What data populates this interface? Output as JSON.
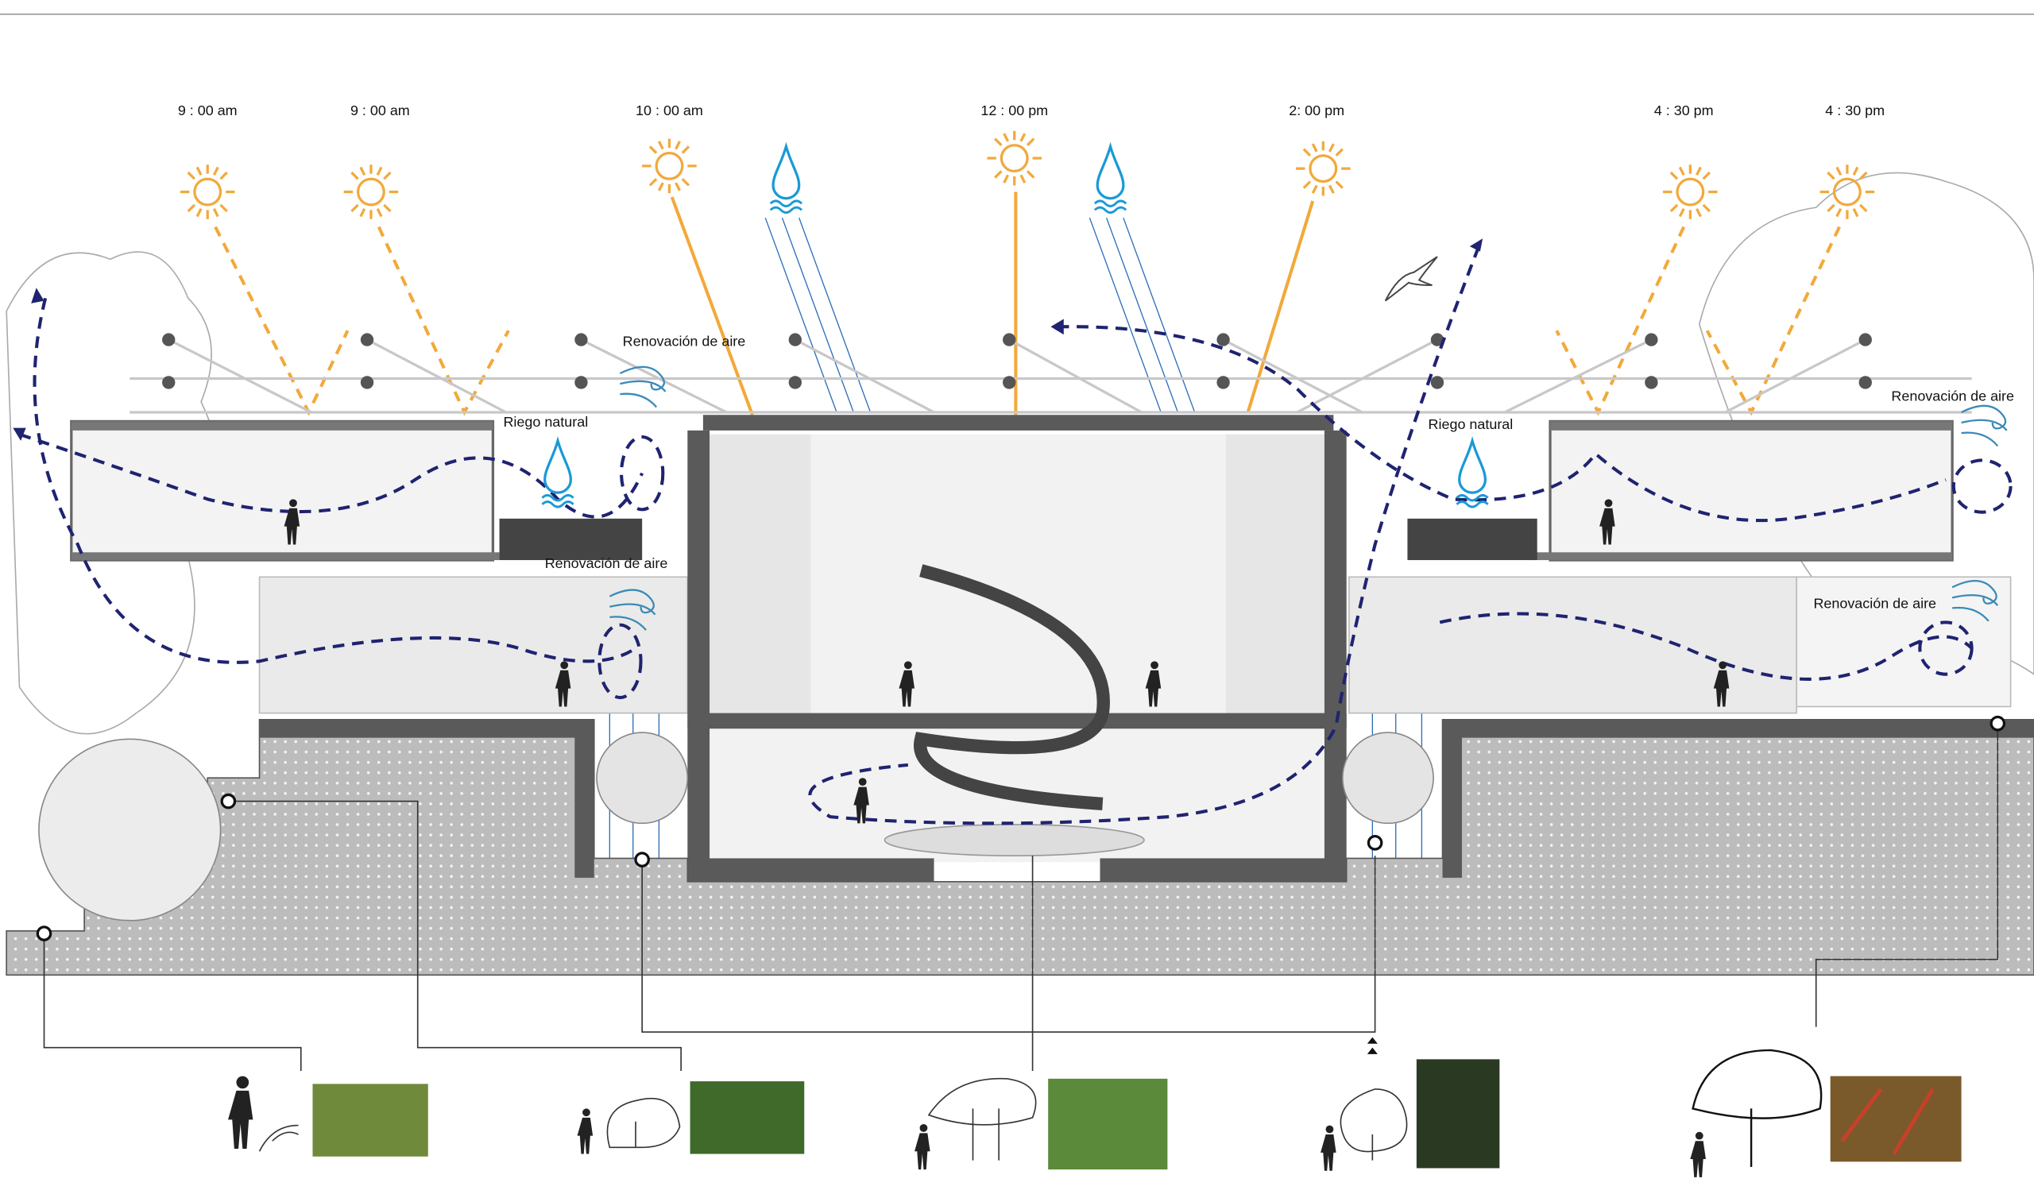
{
  "title": "Sección bioclimática",
  "times": [
    "9 : 00 am",
    "9 : 00 am",
    "10 : 00 am",
    "12 : 00 pm",
    "2: 00 pm",
    "4 : 30 pm",
    "4 : 30 pm"
  ],
  "labels": {
    "air_renewal_1": "Renovación de aire",
    "air_renewal_2": "Renovación de aire",
    "air_renewal_3": "Renovación de aire",
    "air_renewal_4": "Renovación de aire",
    "natural_irrigation_1": "Riego natural",
    "natural_irrigation_2": "Riego natural"
  },
  "colors": {
    "sun": "#f2a93b",
    "water": "#1a9ad6",
    "airflow": "#1f2370",
    "structure": "#5a5a5a",
    "ground": "#bcbcbc",
    "foliage": "#4f7a2c"
  },
  "icons": [
    "sun-icon",
    "water-drop-icon",
    "wind-icon",
    "bird-icon",
    "person-silhouette-icon",
    "tree-icon",
    "plant-photo"
  ]
}
